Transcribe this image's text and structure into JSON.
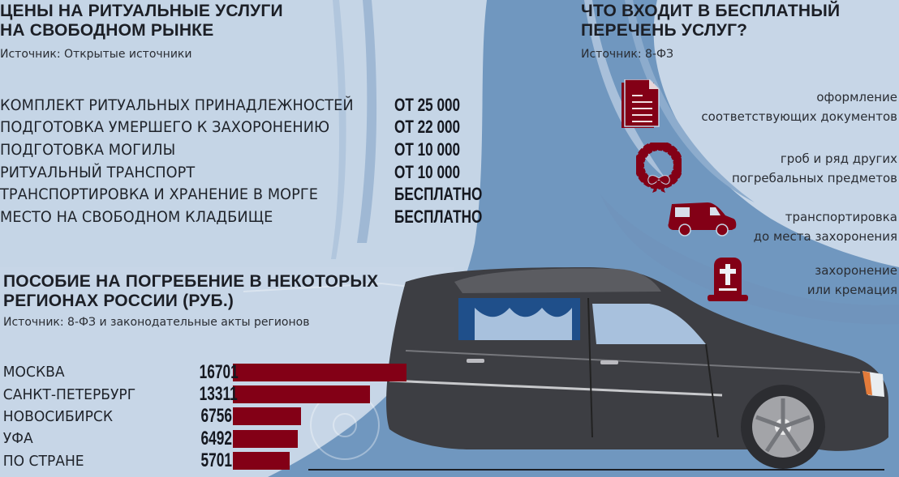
{
  "prices_section": {
    "title_line1": "ЦЕНЫ НА РИТУАЛЬНЫЕ УСЛУГИ",
    "title_line2": "НА СВОБОДНОМ РЫНКЕ",
    "source": "Источник: Открытые источники",
    "items": [
      {
        "label": "КОМПЛЕКТ РИТУАЛЬНЫХ ПРИНАДЛЕЖНОСТЕЙ",
        "value": "ОТ 25 000"
      },
      {
        "label": "ПОДГОТОВКА УМЕРШЕГО К ЗАХОРОНЕНИЮ",
        "value": "ОТ 22 000"
      },
      {
        "label": "ПОДГОТОВКА МОГИЛЫ",
        "value": "ОТ 10 000"
      },
      {
        "label": "РИТУАЛЬНЫЙ ТРАНСПОРТ",
        "value": "ОТ 10 000"
      },
      {
        "label": "ТРАНСПОРТИРОВКА И ХРАНЕНИЕ В МОРГЕ",
        "value": "БЕСПЛАТНО"
      },
      {
        "label": "МЕСТО НА СВОБОДНОМ КЛАДБИЩЕ",
        "value": "БЕСПЛАТНО"
      }
    ]
  },
  "free_section": {
    "title_line1": "ЧТО ВХОДИТ В БЕСПЛАТНЫЙ",
    "title_line2": "ПЕРЕЧЕНЬ УСЛУГ?",
    "source": "Источник: 8-ФЗ",
    "items": [
      {
        "icon": "document-icon",
        "line1": "оформление",
        "line2": "соответствующих документов"
      },
      {
        "icon": "wreath-icon",
        "line1": "гроб и ряд других",
        "line2": "погребальных предметов"
      },
      {
        "icon": "hearse-van-icon",
        "line1": "транспортировка",
        "line2": "до места захоронения"
      },
      {
        "icon": "tombstone-cross-icon",
        "line1": "захоронение",
        "line2": "или кремация"
      }
    ]
  },
  "allowance_section": {
    "title_line1": "ПОСОБИЕ НА ПОГРЕБЕНИЕ В НЕКОТОРЫХ",
    "title_line2": "РЕГИОНАХ РОССИИ (РУБ.)",
    "source": "Источник: 8-ФЗ и законодательные акты регионов"
  },
  "colors": {
    "background_light": "#c5d5e6",
    "background_mid": "#6f95bd",
    "accent_bar": "#830016",
    "text_dark": "#1c1f26",
    "car_body": "#3d3e42",
    "curtain": "#1f4f8a"
  },
  "chart_data": {
    "type": "bar",
    "orientation": "horizontal",
    "title": "ПОСОБИЕ НА ПОГРЕБЕНИЕ В НЕКОТОРЫХ РЕГИОНАХ РОССИИ (РУБ.)",
    "subtitle": "Источник: 8-ФЗ и законодательные акты регионов",
    "categories": [
      "МОСКВА",
      "САНКТ-ПЕТЕРБУРГ",
      "НОВОСИБИРСК",
      "УФА",
      "ПО СТРАНЕ"
    ],
    "values": [
      16701,
      13311,
      6756,
      6492,
      5701
    ],
    "value_labels": [
      "16701",
      "13311",
      "6756",
      "6492",
      "5701"
    ],
    "xlabel": "",
    "ylabel": "",
    "grid": false,
    "legend": null,
    "bar_color": "#830016"
  }
}
